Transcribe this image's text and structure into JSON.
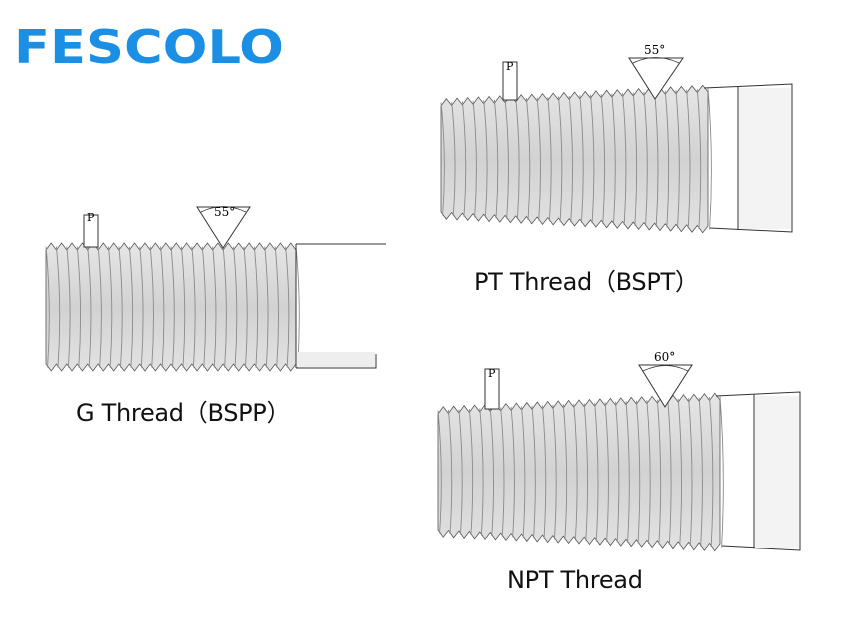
{
  "brand": {
    "name": "FESCOLO",
    "color": "#1a8fe3"
  },
  "diagrams": [
    {
      "id": "g-thread",
      "caption": "G Thread（BSPP）",
      "pitch_label": "P",
      "angle_label": "55°",
      "taper": "parallel"
    },
    {
      "id": "pt-thread",
      "caption": "PT Thread（BSPT）",
      "pitch_label": "P",
      "angle_label": "55°",
      "taper": "tapered"
    },
    {
      "id": "npt-thread",
      "caption": "NPT Thread",
      "pitch_label": "P",
      "angle_label": "60°",
      "taper": "tapered"
    }
  ]
}
